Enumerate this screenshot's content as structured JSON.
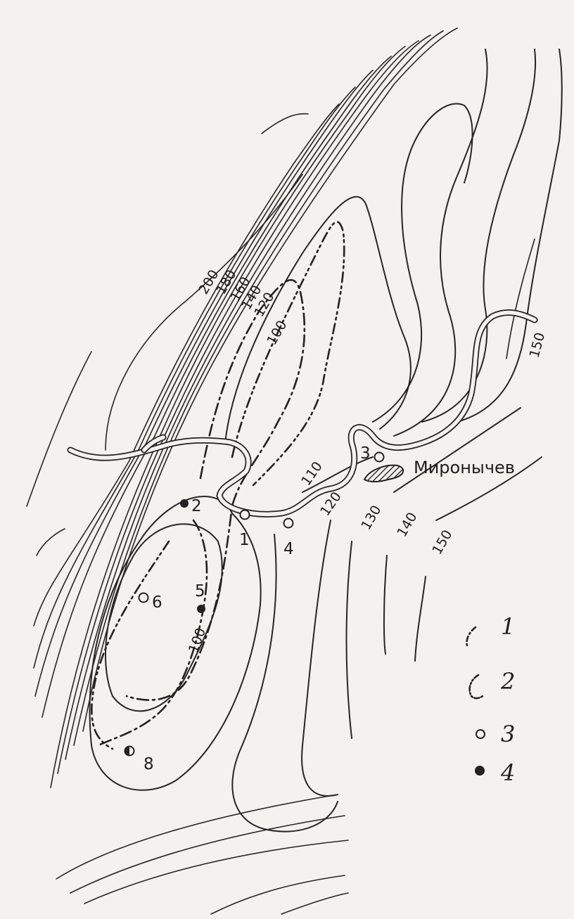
{
  "isolines": {
    "labels_west": [
      "200",
      "180",
      "160",
      "140",
      "120",
      "100"
    ],
    "labels_south": [
      "110",
      "120",
      "130",
      "140",
      "150"
    ],
    "label_east": "150",
    "label_south_anticline": "100"
  },
  "settlement": {
    "name": "Миронычев",
    "hatch_color": "#333333"
  },
  "wells": [
    {
      "number": "1",
      "type": "open"
    },
    {
      "number": "2",
      "type": "filled"
    },
    {
      "number": "3",
      "type": "open"
    },
    {
      "number": "4",
      "type": "open"
    },
    {
      "number": "5",
      "type": "filled"
    },
    {
      "number": "6",
      "type": "open"
    },
    {
      "number": "8",
      "type": "half"
    }
  ],
  "legend": [
    {
      "number": "1",
      "symbol": "dash-dot-line-icon"
    },
    {
      "number": "2",
      "symbol": "dash-double-dot-line-icon"
    },
    {
      "number": "3",
      "symbol": "open-circle-icon"
    },
    {
      "number": "4",
      "symbol": "filled-circle-icon"
    }
  ],
  "colors": {
    "ink": "#222222",
    "paper": "#f3f2ee"
  }
}
